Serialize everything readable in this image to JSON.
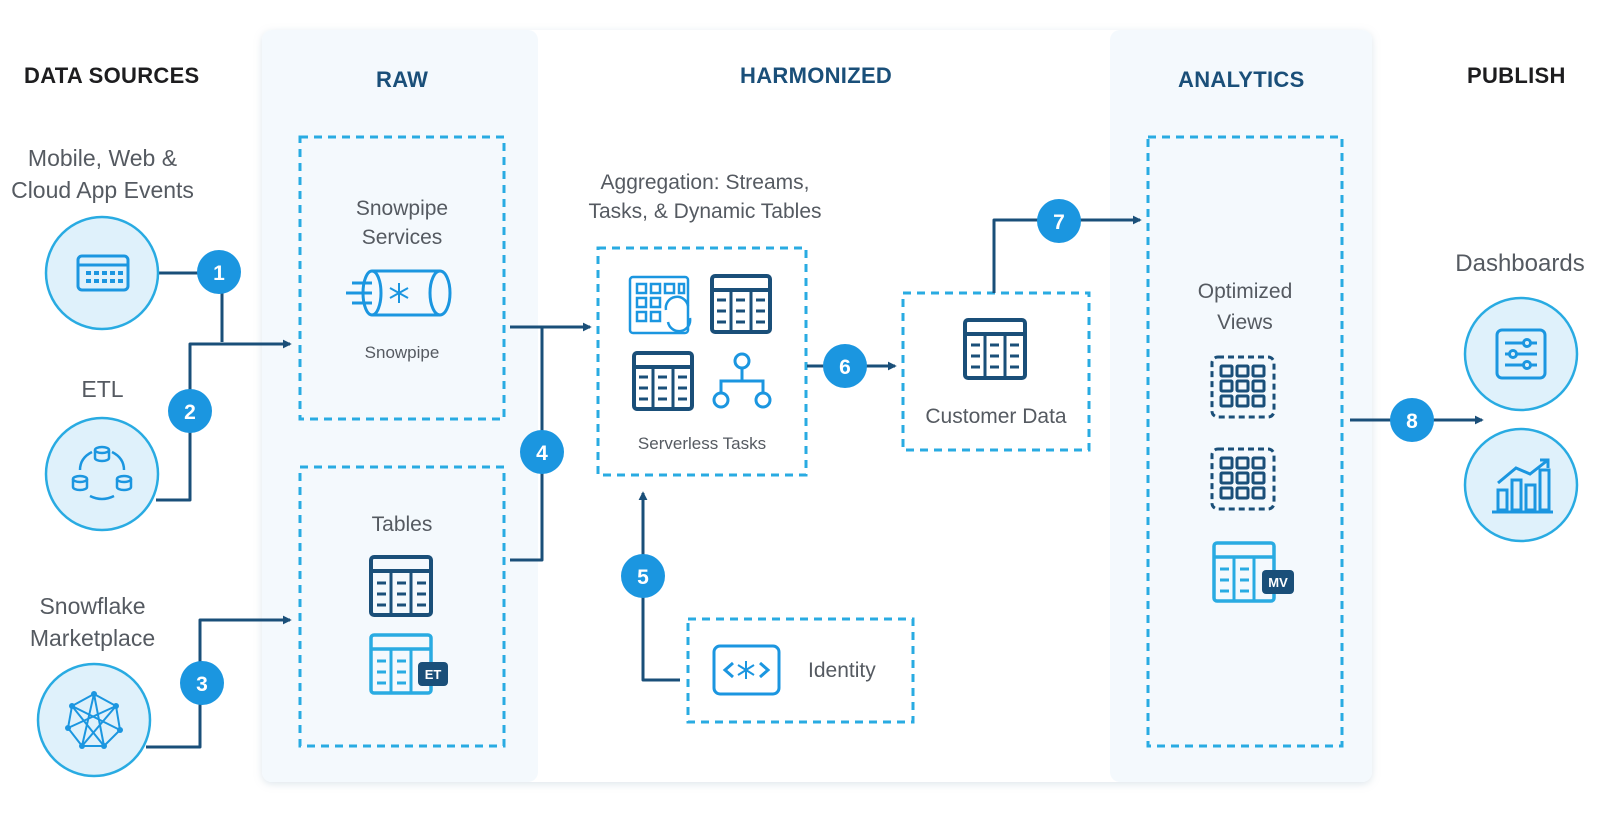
{
  "headers": {
    "data_sources": "DATA SOURCES",
    "raw": "RAW",
    "harmonized": "HARMONIZED",
    "analytics": "ANALYTICS",
    "publish": "PUBLISH"
  },
  "sources": {
    "events_line1": "Mobile, Web &",
    "events_line2": "Cloud App Events",
    "etl": "ETL",
    "marketplace_line1": "Snowflake",
    "marketplace_line2": "Marketplace"
  },
  "raw": {
    "snowpipe_title_line1": "Snowpipe",
    "snowpipe_title_line2": "Services",
    "snowpipe_label": "Snowpipe",
    "tables_title": "Tables",
    "et_badge": "ET"
  },
  "harmonized": {
    "aggregation_line1": "Aggregation: Streams,",
    "aggregation_line2": "Tasks, & Dynamic Tables",
    "serverless_label": "Serverless Tasks",
    "customer_data": "Customer Data",
    "identity": "Identity"
  },
  "analytics": {
    "optimized_line1": "Optimized",
    "optimized_line2": "Views",
    "mv_badge": "MV"
  },
  "publish": {
    "dashboards": "Dashboards"
  },
  "steps": [
    "1",
    "2",
    "3",
    "4",
    "5",
    "6",
    "7",
    "8"
  ],
  "colors": {
    "dark_navy": "#1a4f79",
    "accent_blue": "#1b96e0",
    "light_blue": "#29abe2",
    "panel_bg": "#f4f9fd",
    "circle_fill": "#dff1fb"
  }
}
